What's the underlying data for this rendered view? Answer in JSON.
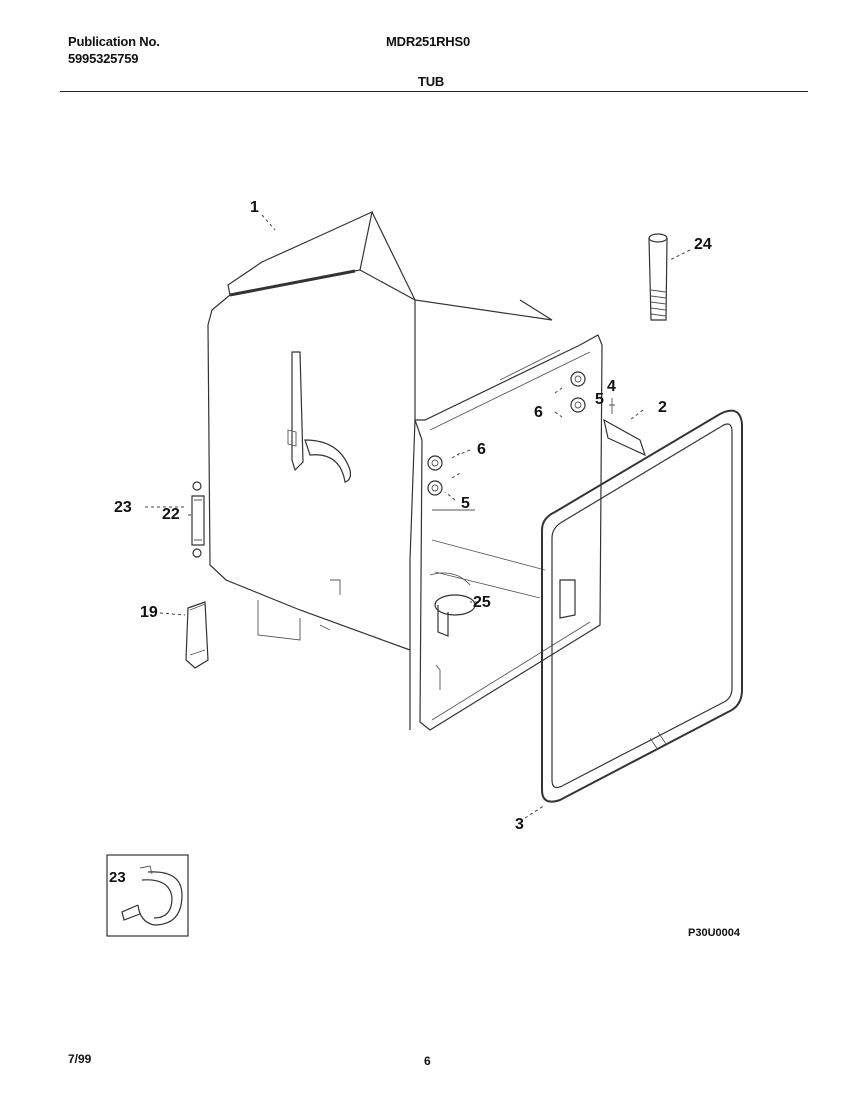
{
  "header": {
    "publication_label": "Publication No.",
    "publication_number": "5995325759",
    "model": "MDR251RHS0",
    "section_title": "TUB"
  },
  "callouts": {
    "c1": "1",
    "c2": "2",
    "c3": "3",
    "c4": "4",
    "c5a": "5",
    "c5b": "5",
    "c6a": "6",
    "c6b": "6",
    "c19": "19",
    "c22": "22",
    "c23": "23",
    "c24": "24",
    "c25": "25",
    "inset": "23"
  },
  "diagram_code": "P30U0004",
  "footer": {
    "date": "7/99",
    "page": "6"
  }
}
